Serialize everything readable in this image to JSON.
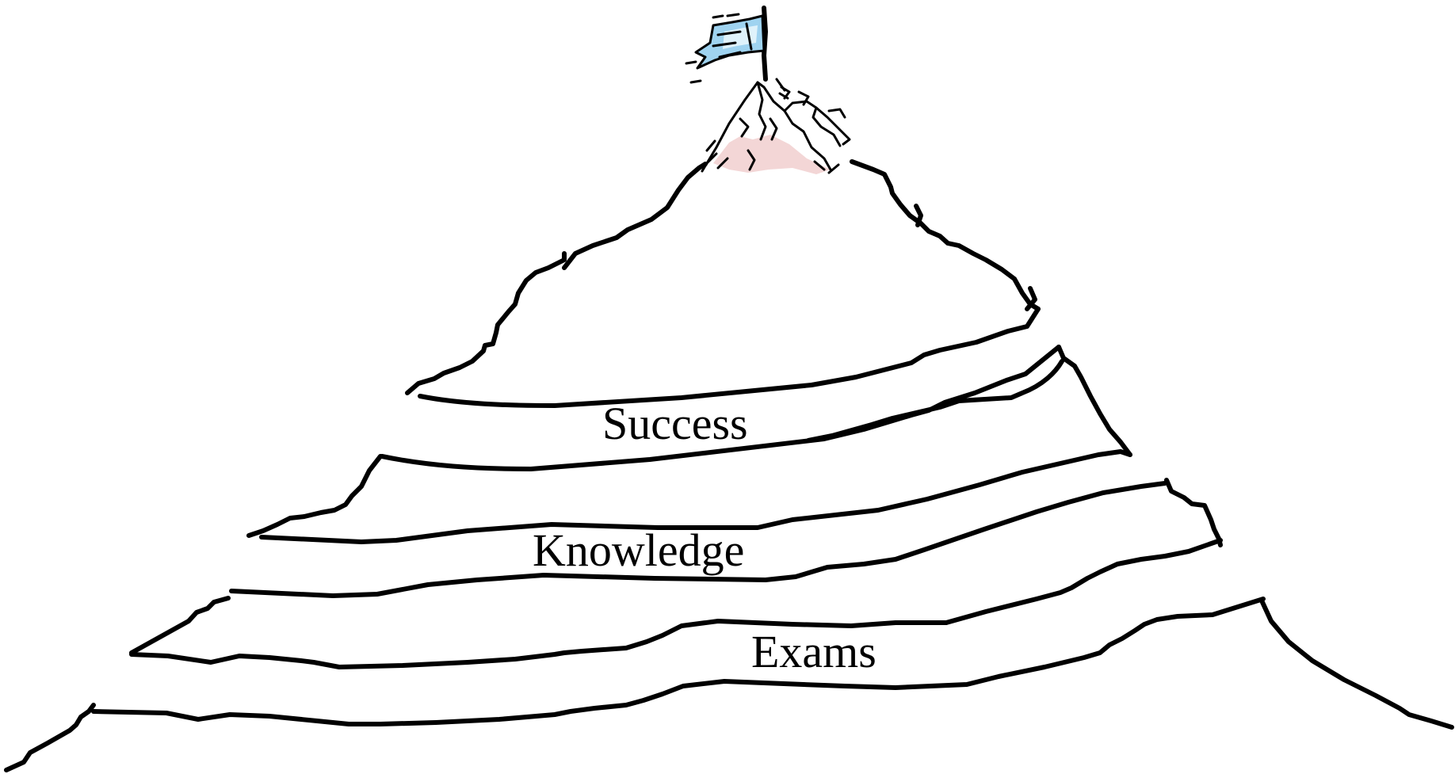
{
  "diagram": {
    "colors": {
      "ink": "#000000",
      "flag": "#9fd3f0",
      "flag_highlight": "#dff2fb",
      "snow_shade": "#f3d6d6",
      "background": "#ffffff"
    },
    "icons": {
      "flag": "summit-flag-icon",
      "peak": "snowy-peak-icon"
    },
    "tiers": [
      {
        "label": "Success"
      },
      {
        "label": "Knowledge"
      },
      {
        "label": "Exams"
      }
    ]
  }
}
